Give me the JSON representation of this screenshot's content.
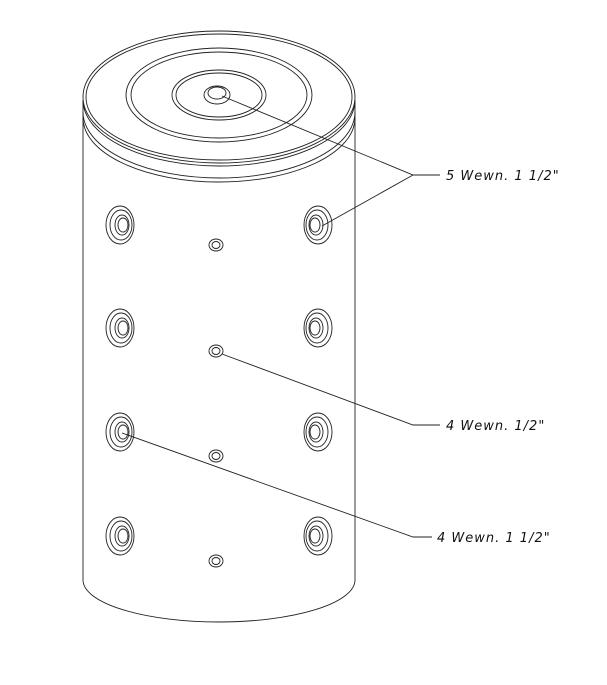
{
  "drawing": {
    "labels": [
      {
        "text": "5  Wewn.  1 1/2\""
      },
      {
        "text": "4  Wewn.  1/2\""
      },
      {
        "text": "4  Wewn.  1 1/2\""
      }
    ],
    "line_color": "#222222"
  }
}
